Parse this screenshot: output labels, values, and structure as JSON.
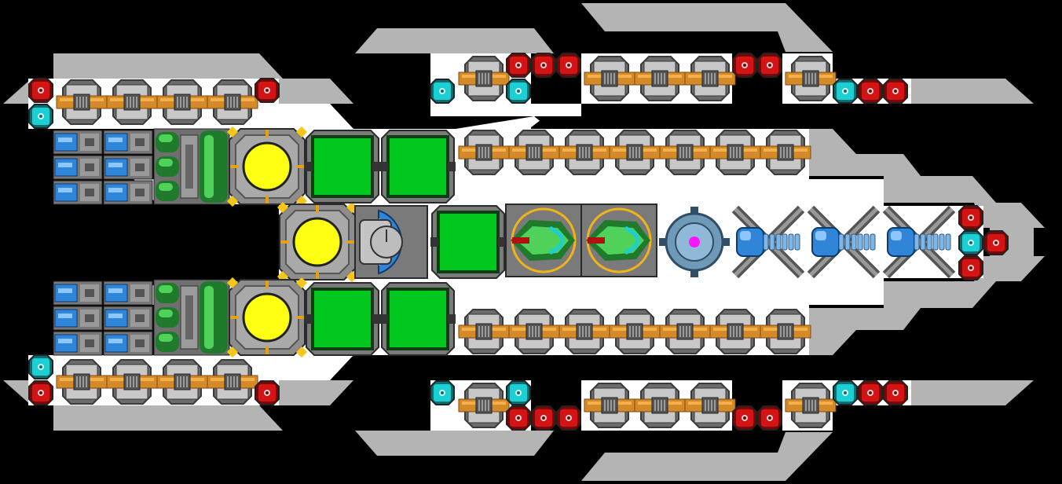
{
  "ship": {
    "palette": {
      "background": "#000000",
      "hull_white": "#ffffff",
      "hull_gray": "#b4b4b4",
      "frame_dark": "#3a3a3a",
      "frame_mid": "#8a8a8a",
      "frame_light": "#c8c8c8",
      "copper": "#d58a2a",
      "copper_light": "#f2b04a",
      "steel": "#6b6b6b",
      "green": "#00c81e",
      "green_dark": "#1f7a2c",
      "green_light": "#4fd15a",
      "yellow": "#ffff14",
      "red": "#d21414",
      "red_dark": "#7a0606",
      "cyan": "#1ccfd2",
      "cyan_dark": "#0a6e74",
      "blue": "#2f86d8",
      "blue_light": "#8fc6ff",
      "magenta": "#ff14ff"
    },
    "modules": {
      "thruster": "thruster-module",
      "pd_red": "red-point-defense",
      "pd_cyan": "cyan-point-defense",
      "battery": "battery-cell",
      "tank": "green-fuel-tank",
      "reactor": "yellow-reactor",
      "shield": "green-shield-block",
      "cockpit": "cockpit-dome",
      "drone_bay": "green-drone-bay",
      "sensor": "sensor-orb",
      "cannon": "blue-cannon"
    }
  }
}
